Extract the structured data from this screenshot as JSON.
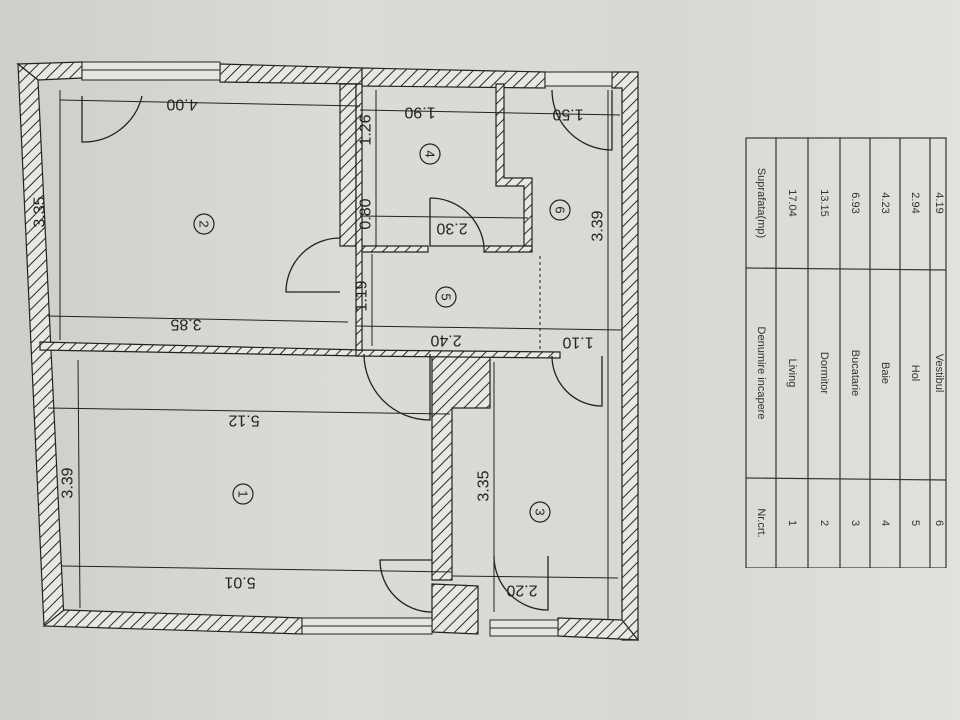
{
  "plan": {
    "rooms": [
      {
        "id": "1",
        "name": "Living"
      },
      {
        "id": "2",
        "name": "Dormitor"
      },
      {
        "id": "3",
        "name": "Bucatarie"
      },
      {
        "id": "4",
        "name": "Baie"
      },
      {
        "id": "5",
        "name": "Hol"
      },
      {
        "id": "6",
        "name": "Vestibul"
      }
    ],
    "dimensions": {
      "dormitor_top": "4.00",
      "dormitor_side": "3.35",
      "dormitor_bottom": "3.85",
      "baie_top": "1.90",
      "baie_side": "1.26",
      "baie_lower": "0.80",
      "baie_door": "2.30",
      "vestibul_top": "1.50",
      "vestibul_side": "3.39",
      "hol_side": "1.19",
      "hol_bottom": "2.40",
      "vestibul_bottom": "1.10",
      "living_top": "5.12",
      "living_side": "3.39",
      "living_bottom": "5.01",
      "bucatarie_side": "3.35",
      "bucatarie_bottom": "2.20"
    }
  },
  "table": {
    "headers": {
      "nr": "Nr.crt.",
      "name": "Denumire incapere",
      "area": "Suprafata(mp)"
    },
    "rows": [
      {
        "nr": "1",
        "name": "Living",
        "area": "17.04"
      },
      {
        "nr": "2",
        "name": "Dormitor",
        "area": "13.15"
      },
      {
        "nr": "3",
        "name": "Bucatarie",
        "area": "6.93"
      },
      {
        "nr": "4",
        "name": "Baie",
        "area": "4.23"
      },
      {
        "nr": "5",
        "name": "Hol",
        "area": "2.94"
      },
      {
        "nr": "6",
        "name": "Vestibul",
        "area": "4.19"
      }
    ]
  },
  "colors": {
    "paper": "#d9d8d3",
    "ink": "#222222"
  }
}
